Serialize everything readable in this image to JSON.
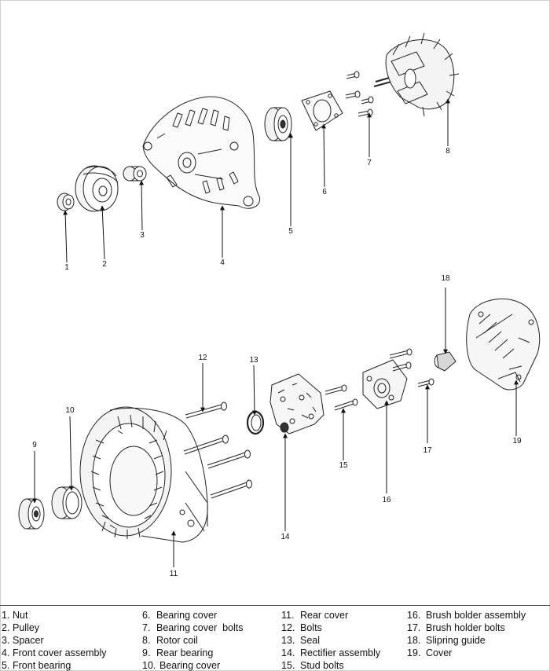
{
  "callouts": {
    "c1": "1",
    "c2": "2",
    "c3": "3",
    "c4": "4",
    "c5": "5",
    "c6": "6",
    "c7": "7",
    "c8": "8",
    "c9": "9",
    "c10": "10",
    "c11": "11",
    "c12": "12",
    "c13": "13",
    "c14": "14",
    "c15": "15",
    "c16": "16",
    "c17": "17",
    "c18": "18",
    "c19": "19"
  },
  "legend": {
    "col1": [
      {
        "n": "1.",
        "label": "Nut"
      },
      {
        "n": "2.",
        "label": "Pulley"
      },
      {
        "n": "3.",
        "label": "Spacer"
      },
      {
        "n": "4.",
        "label": "Front cover assembly"
      },
      {
        "n": "5.",
        "label": "Front bearing"
      }
    ],
    "col2": [
      {
        "n": "6.",
        "label": "Bearing cover"
      },
      {
        "n": "7.",
        "label": "Bearing cover  bolts"
      },
      {
        "n": "8.",
        "label": "Rotor coil"
      },
      {
        "n": "9.",
        "label": "Rear bearing"
      },
      {
        "n": "10.",
        "label": "Bearing cover"
      }
    ],
    "col3": [
      {
        "n": "11.",
        "label": "Rear cover"
      },
      {
        "n": "12.",
        "label": "Bolts"
      },
      {
        "n": "13.",
        "label": "Seal"
      },
      {
        "n": "14.",
        "label": "Rectifier assembly"
      },
      {
        "n": "15.",
        "label": "Stud bolts"
      }
    ],
    "col4": [
      {
        "n": "16.",
        "label": "Brush bolder assembly"
      },
      {
        "n": "17.",
        "label": "Brush holder bolts"
      },
      {
        "n": "18.",
        "label": "Slipring guide"
      },
      {
        "n": "19.",
        "label": "Cover"
      }
    ]
  }
}
